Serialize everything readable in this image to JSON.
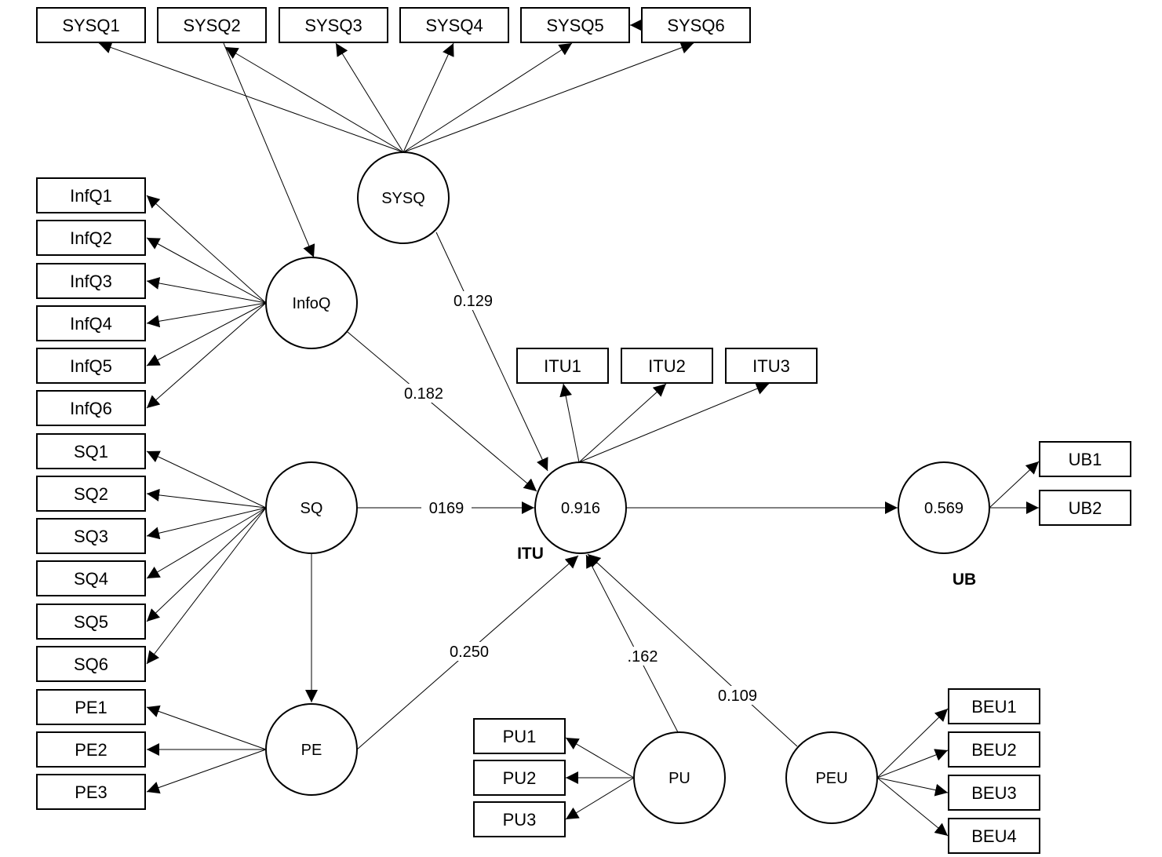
{
  "indicators": {
    "SYSQ1": "SYSQ1",
    "SYSQ2": "SYSQ2",
    "SYSQ3": "SYSQ3",
    "SYSQ4": "SYSQ4",
    "SYSQ5": "SYSQ5",
    "SYSQ6": "SYSQ6",
    "InfQ1": "InfQ1",
    "InfQ2": "InfQ2",
    "InfQ3": "InfQ3",
    "InfQ4": "InfQ4",
    "InfQ5": "InfQ5",
    "InfQ6": "InfQ6",
    "SQ1": "SQ1",
    "SQ2": "SQ2",
    "SQ3": "SQ3",
    "SQ4": "SQ4",
    "SQ5": "SQ5",
    "SQ6": "SQ6",
    "PE1": "PE1",
    "PE2": "PE2",
    "PE3": "PE3",
    "ITU1": "ITU1",
    "ITU2": "ITU2",
    "ITU3": "ITU3",
    "UB1": "UB1",
    "UB2": "UB2",
    "PU1": "PU1",
    "PU2": "PU2",
    "PU3": "PU3",
    "BEU1": "BEU1",
    "BEU2": "BEU2",
    "BEU3": "BEU3",
    "BEU4": "BEU4"
  },
  "constructs": {
    "SYSQ": "SYSQ",
    "InfoQ": "InfoQ",
    "SQ": "SQ",
    "PE": "PE",
    "PU": "PU",
    "PEU": "PEU",
    "ITU": "0.916",
    "UB": "0.569"
  },
  "captions": {
    "ITU": "ITU",
    "UB": "UB"
  },
  "paths": {
    "sysq_itu": "0.129",
    "infoq_itu": "0.182",
    "sq_itu": "0169",
    "pe_itu": "0.250",
    "pu_itu": ".162",
    "peu_itu": "0.109"
  },
  "colors": {
    "stroke": "#000000",
    "background": "#ffffff"
  }
}
